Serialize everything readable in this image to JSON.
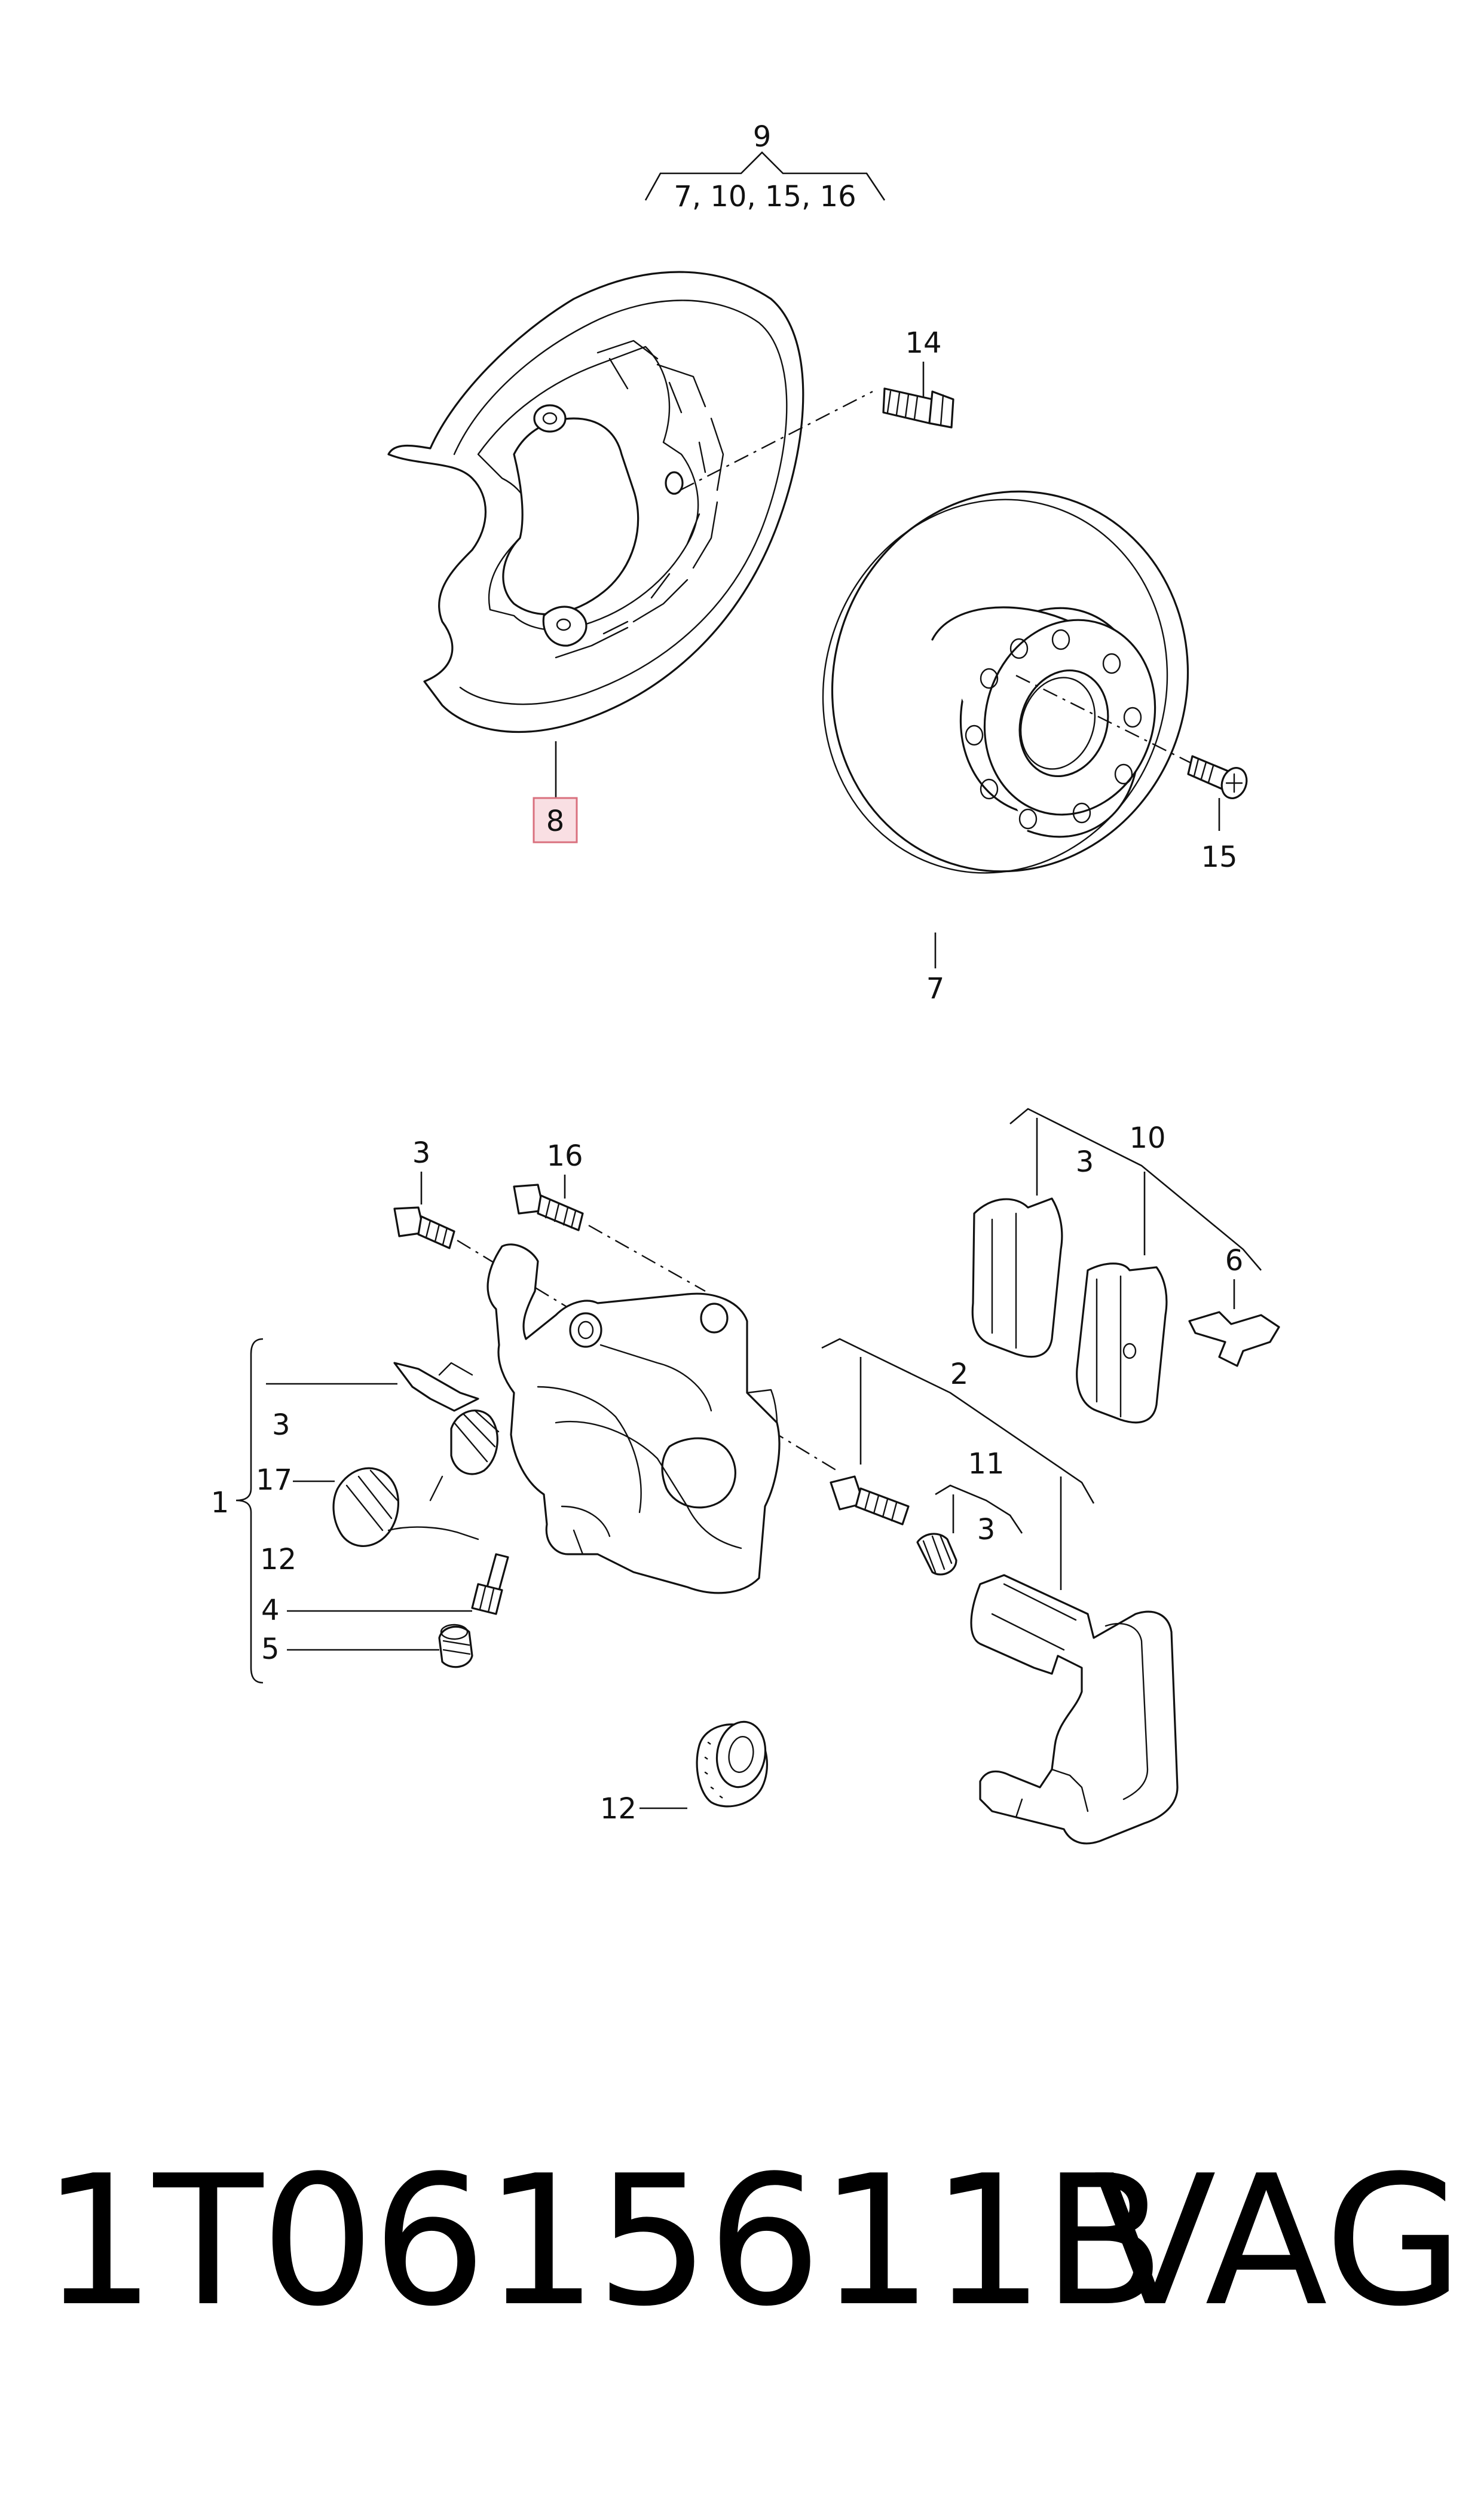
{
  "diagram": {
    "callouts": {
      "c9": "9",
      "c9_sub": "7, 10, 15, 16",
      "c14": "14",
      "c8": "8",
      "c15": "15",
      "c7": "7",
      "c3a": "3",
      "c16": "16",
      "c10": "10",
      "c3b": "3",
      "c6": "6",
      "c2": "2",
      "c11": "11",
      "c3c": "3",
      "c3d": "3",
      "c17": "17",
      "c1": "1",
      "c12a": "12",
      "c4": "4",
      "c5": "5",
      "c12b": "12"
    },
    "highlight_color": "#f9dfe3",
    "highlight_border": "#d9707e"
  },
  "footer": {
    "part_number": "1T0615611B",
    "brand": "VAG"
  }
}
